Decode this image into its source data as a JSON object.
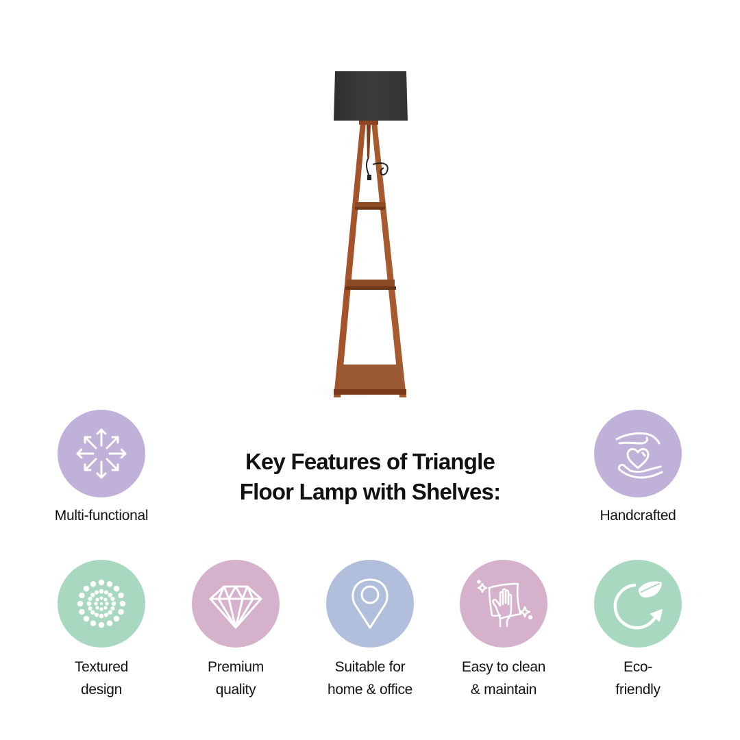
{
  "heading": {
    "line1": "Key Features of Triangle",
    "line2": "Floor Lamp with Shelves:"
  },
  "product": {
    "name": "Triangle Floor Lamp with Shelves",
    "image": "lamp-product-photo"
  },
  "features": [
    {
      "icon": "arrows-outward-icon",
      "color": "#c0b1d9",
      "line1": "Multi-functional",
      "line2": ""
    },
    {
      "icon": "hands-heart-icon",
      "color": "#c0b1d9",
      "line1": "Handcrafted",
      "line2": ""
    },
    {
      "icon": "dots-pattern-icon",
      "color": "#a9d8c0",
      "line1": "Textured",
      "line2": "design"
    },
    {
      "icon": "diamond-icon",
      "color": "#d6b1cc",
      "line1": "Premium",
      "line2": "quality"
    },
    {
      "icon": "location-pin-icon",
      "color": "#b1bedc",
      "line1": "Suitable for",
      "line2": "home & office"
    },
    {
      "icon": "cleaning-hand-icon",
      "color": "#d6b1cc",
      "line1": "Easy to clean",
      "line2": "& maintain"
    },
    {
      "icon": "eco-recycle-leaf-icon",
      "color": "#a9d8c0",
      "line1": "Eco-",
      "line2": "friendly"
    }
  ]
}
